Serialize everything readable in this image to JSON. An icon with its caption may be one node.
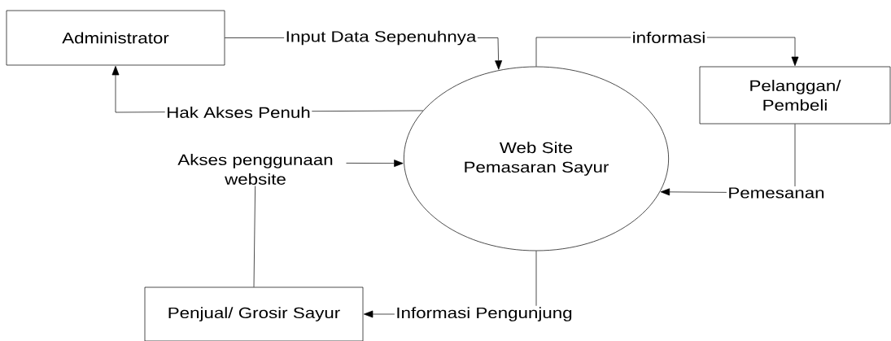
{
  "diagram": {
    "nodes": [
      {
        "text": [
          "Administrator"
        ]
      },
      {
        "text": [
          "Web Site Pemasaran Sayur"
        ]
      },
      {
        "text": [
          "Pelanggan/ Pembeli"
        ]
      },
      {
        "text": [
          "Penjual/ Grosir Sayur"
        ]
      }
    ],
    "edges": [
      {
        "from": 0,
        "to": 1,
        "arrow": "to",
        "label": "Input Data Sepenuhnya"
      },
      {
        "from": 1,
        "to": 0,
        "arrow": "to",
        "label": "Hak Akses Penuh"
      },
      {
        "from": 1,
        "to": 2,
        "arrow": "to",
        "label": "informasi"
      },
      {
        "from": 2,
        "to": 1,
        "arrow": "to",
        "label": "Pemesanan"
      },
      {
        "from": 3,
        "to": 1,
        "arrow": "to",
        "label": "Akses penggunaan website"
      },
      {
        "from": 1,
        "to": 3,
        "arrow": "to",
        "label": "Informasi Pengunjung"
      }
    ]
  }
}
